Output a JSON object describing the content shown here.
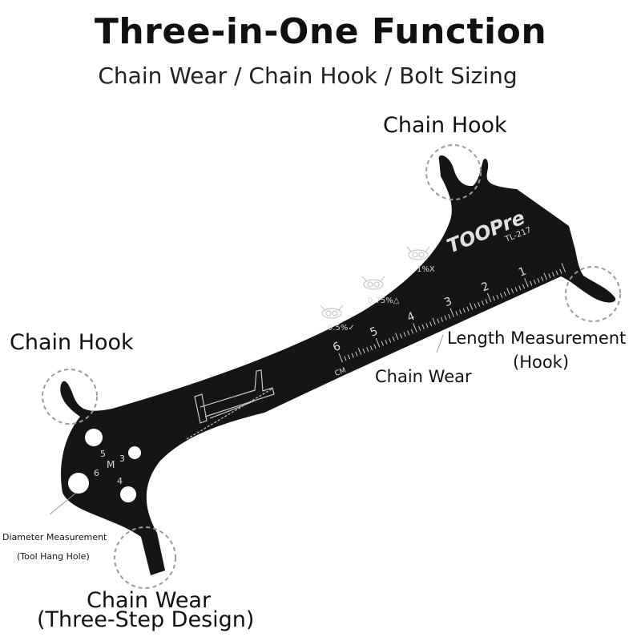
{
  "heading": {
    "title": "Three-in-One Function",
    "subtitle": "Chain Wear / Chain Hook / Bolt Sizing"
  },
  "callouts": {
    "chain_hook_top": "Chain Hook",
    "chain_hook_left": "Chain Hook",
    "length_measurement_line1": "Length Measurement",
    "length_measurement_line2": "(Hook)",
    "chain_wear_middle": "Chain Wear",
    "diameter_line1": "Diameter Measurement",
    "diameter_line2": "(Tool Hang Hole)",
    "chain_wear_bottom_line1": "Chain Wear",
    "chain_wear_bottom_line2": "(Three-Step Design)"
  },
  "tool": {
    "brand": "TOOPre",
    "model": "TL-217",
    "colors": {
      "body": "#151515",
      "etching": "#d0d0d0",
      "callout_circle": "#9a9a9a"
    },
    "ruler": {
      "unit": "CM",
      "numbers": [
        "1",
        "2",
        "3",
        "4",
        "5",
        "6"
      ]
    },
    "wear_marks": [
      "0.5%✓",
      "0.75%△",
      "1%X"
    ],
    "bolt_sizes": {
      "m_label": "M",
      "sizes": [
        "5",
        "6",
        "3",
        "4"
      ]
    }
  }
}
